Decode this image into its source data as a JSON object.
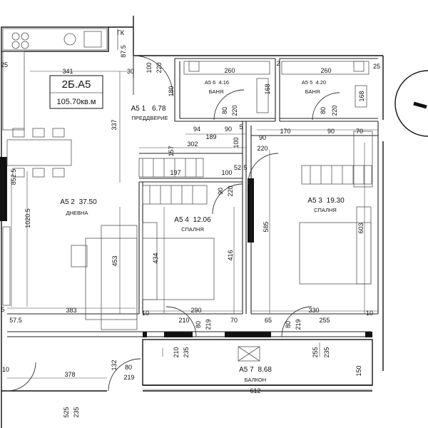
{
  "unit": {
    "code": "2Б.А5",
    "area": "105.70кв.м"
  },
  "rooms": [
    {
      "id": "living",
      "number": "А5 2",
      "area": "37.50",
      "name": "ДНЕВНА"
    },
    {
      "id": "hall",
      "number": "А5 1",
      "area": "6.78",
      "name": "ПРЕДДВЕРИЕ"
    },
    {
      "id": "bath1",
      "number": "А5 6",
      "area": "4.16",
      "name": "БАНЯ"
    },
    {
      "id": "bath2",
      "number": "А5 5",
      "area": "4.20",
      "name": "БАНЯ"
    },
    {
      "id": "bedroom1",
      "number": "А5 4",
      "area": "12.06",
      "name": "СПАЛНЯ"
    },
    {
      "id": "bedroom2",
      "number": "А5 3",
      "area": "19.30",
      "name": "СПАЛНЯ"
    },
    {
      "id": "balcony",
      "number": "А5 7",
      "area": "8.68",
      "name": "БАЛКОН"
    }
  ],
  "dimensions": [
    "341",
    "30",
    "100",
    "220",
    "180",
    "260",
    "2",
    "260",
    "25",
    "168",
    "168",
    "80",
    "220",
    "80",
    "220",
    "94",
    "90",
    "5",
    "170",
    "90",
    "70",
    "189",
    "90",
    "220",
    "302",
    "100",
    "157",
    "197",
    "100",
    "52",
    "5",
    "90",
    "220",
    "852.5",
    "1020.5",
    "337",
    "585",
    "603",
    "434",
    "416",
    "453",
    "290",
    "330",
    "10",
    "10",
    "383",
    "57.5",
    "5",
    "210",
    "70",
    "65",
    "255",
    "80",
    "219",
    "80",
    "219",
    "210",
    "235",
    "255",
    "235",
    "378",
    "132",
    "80",
    "219",
    "150",
    "612",
    "10",
    "525",
    "235",
    "87.5",
    "ГК",
    "25"
  ]
}
